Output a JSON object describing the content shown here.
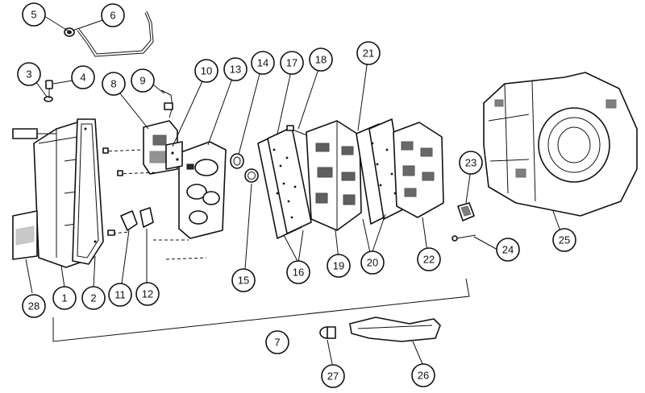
{
  "diagram": {
    "callouts": [
      {
        "id": "c5",
        "label": "5"
      },
      {
        "id": "c6",
        "label": "6"
      },
      {
        "id": "c3",
        "label": "3"
      },
      {
        "id": "c4",
        "label": "4"
      },
      {
        "id": "c8",
        "label": "8"
      },
      {
        "id": "c9",
        "label": "9"
      },
      {
        "id": "c10",
        "label": "10"
      },
      {
        "id": "c13",
        "label": "13"
      },
      {
        "id": "c14",
        "label": "14"
      },
      {
        "id": "c17",
        "label": "17"
      },
      {
        "id": "c18",
        "label": "18"
      },
      {
        "id": "c21",
        "label": "21"
      },
      {
        "id": "c23",
        "label": "23"
      },
      {
        "id": "c24",
        "label": "24"
      },
      {
        "id": "c25",
        "label": "25"
      },
      {
        "id": "c22",
        "label": "22"
      },
      {
        "id": "c20",
        "label": "20"
      },
      {
        "id": "c19",
        "label": "19"
      },
      {
        "id": "c16",
        "label": "16"
      },
      {
        "id": "c15",
        "label": "15"
      },
      {
        "id": "c12",
        "label": "12"
      },
      {
        "id": "c11",
        "label": "11"
      },
      {
        "id": "c2",
        "label": "2"
      },
      {
        "id": "c1",
        "label": "1"
      },
      {
        "id": "c28",
        "label": "28"
      },
      {
        "id": "c7",
        "label": "7"
      },
      {
        "id": "c27",
        "label": "27"
      },
      {
        "id": "c26",
        "label": "26"
      }
    ]
  }
}
